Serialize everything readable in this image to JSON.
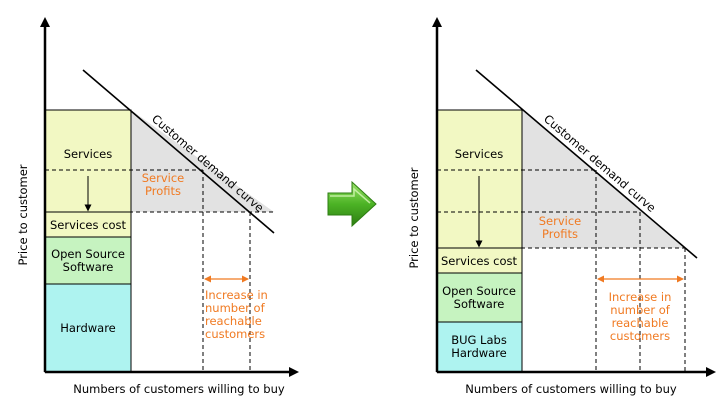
{
  "colors": {
    "services": "#f2f8c3",
    "open_source": "#c6f3c0",
    "hardware": "#aef3f0",
    "profit_area": "#e2e2e2",
    "accent_orange": "#f07a22",
    "arrow_green": "#43a61e"
  },
  "left_diagram": {
    "y_axis_label": "Price to customer",
    "x_axis_label": "Numbers of customers willing to buy",
    "curve_label": "Customer demand curve",
    "services_label": "Services",
    "services_cost_label": "Services cost",
    "open_source_label": "Open Source Software",
    "hardware_label": "Hardware",
    "profits_label": "Service Profits",
    "increase_label": "Increase in number of reachable customers"
  },
  "transition_icon": "green-right-arrow-icon",
  "right_diagram": {
    "y_axis_label": "Price to customer",
    "x_axis_label": "Numbers of customers willing to buy",
    "curve_label": "Customer demand curve",
    "services_label": "Services",
    "services_cost_label": "Services cost",
    "open_source_label": "Open Source Software",
    "hardware_label": "BUG Labs Hardware",
    "profits_label": "Service Profits",
    "increase_label": "Increase in number of reachable customers"
  }
}
